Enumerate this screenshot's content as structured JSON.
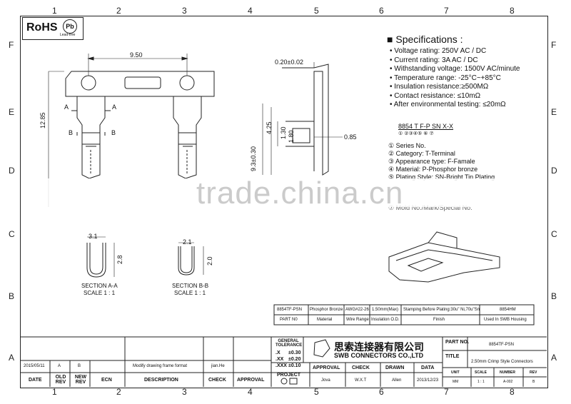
{
  "grid": {
    "cols": [
      "1",
      "2",
      "3",
      "4",
      "5",
      "6",
      "7",
      "8"
    ],
    "rows": [
      "F",
      "E",
      "D",
      "C",
      "B",
      "A"
    ]
  },
  "rohs": {
    "label": "RoHS",
    "badge": "Pb",
    "badge_sub": "Lead-free"
  },
  "dims": {
    "d950": "9.50",
    "d1285": "12.85",
    "d020": "0.20±0.02",
    "d425": "4.25",
    "d130": "1.30",
    "d180": "1.80",
    "d930": "9.3±0.30",
    "d085": "0.85",
    "sec_a": "A",
    "sec_b": "B",
    "d31": "3.1",
    "d28": "2.8",
    "d21": "2.1",
    "d20": "2.0",
    "section_aa": "SECTION A-A",
    "scale_aa": "SCALE 1 : 1",
    "section_bb": "SECTION B-B",
    "scale_bb": "SCALE 1 : 1"
  },
  "specs": {
    "title": "Specifications :",
    "lines": [
      "Voltage rating: 250V AC / DC",
      "Current rating: 3A  AC / DC",
      "Withstanding voltage: 1500V AC/minute",
      "Temperature range: -25°C~+85°C",
      "Insulation resistance:≥500MΩ",
      "Contact resistance: ≤10mΩ",
      "After environmental testing: ≤20mΩ"
    ]
  },
  "part_code": {
    "code": "8854 T F-P SN X-X",
    "markers": "① ②③④⑤ ⑥ ⑦",
    "items": [
      "① Series No.",
      "② Category:  T-Terminal",
      "③ Appearance type:  F-Famale",
      "④ Material:  P-Phosphor bronze",
      "⑤ Plating Style: SN-Bright Tin Plating"
    ],
    "item_last": "⑦ Mold No./Mark/Special No."
  },
  "watermark": "trade.china.cn",
  "part_table": {
    "row1": [
      "8854TF-PSN",
      "Phosphor Bronze",
      "AWG#22-26",
      "1.50mm(Max)",
      "Stamping Before Plating:30u\" Ni,70u\"Sn",
      "8854HM"
    ],
    "row2": [
      "PART N0",
      "Material",
      "Wire Range",
      "Insulation O.D.",
      "Finish",
      "Used In SWB Housing"
    ]
  },
  "title_block": {
    "tol_title": "GENERAL TOLERANCE",
    "tol_x": ".X",
    "tol_x_v": "±0.30",
    "tol_xx": ".XX",
    "tol_xx_v": "±0.20",
    "tol_xxx": ".XXX",
    "tol_xxx_v": "±0.10",
    "project": "PROJECT",
    "company_cn": "思索连接器有限公司",
    "company_en": "SWB CONNECTORS CO.,LTD",
    "approval_h": "APPROVAL",
    "check_h": "CHECK",
    "drawn_h": "DRAWN",
    "date_h": "DATA",
    "approval_v": "Jova",
    "check_v": "W.X.T",
    "drawn_v": "Allen",
    "date_v": "2013/12/23",
    "part_no_h": "PART NO.",
    "part_no_v": "8854TF-PSN",
    "title_h": "TITLE",
    "title_v": "2.50mm Crimp Style Connectors",
    "unit_h": "UNIT",
    "unit_v": "MM",
    "scale_h": "SCALE",
    "scale_v": "1 : 1",
    "number_h": "NUMBER",
    "number_v": "A-002",
    "rev_h": "REV",
    "rev_v": "B"
  },
  "revision": {
    "row_date": "2015/05/11",
    "row_old": "A",
    "row_new": "B",
    "row_ecn": "",
    "row_desc": "Modify drawing frame format",
    "row_check": "jian.He",
    "row_approval": "",
    "h_date": "DATE",
    "h_old": "OLD REV",
    "h_new": "NEW REV",
    "h_ecn": "ECN",
    "h_desc": "DESCRIPTION",
    "h_check": "CHECK",
    "h_approval": "APPROVAL"
  }
}
